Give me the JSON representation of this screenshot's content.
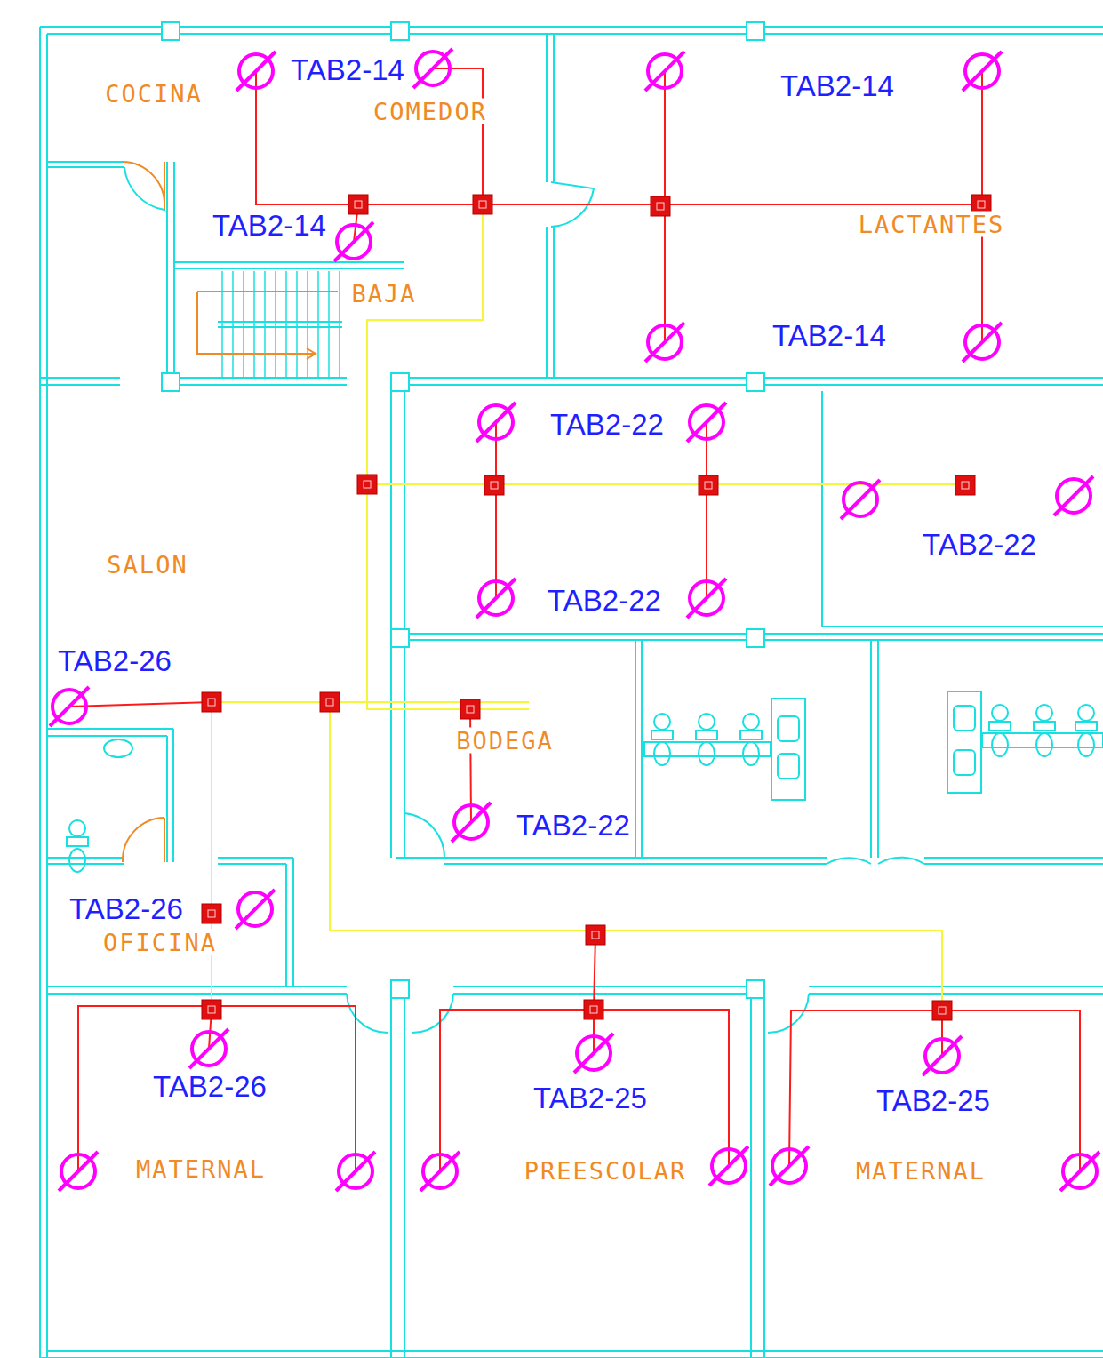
{
  "diagram": {
    "labels": [
      "COCINA",
      "TAB2-14",
      "COMEDOR",
      "TAB2-14",
      "TAB2-14",
      "LACTANTES",
      "BAJA",
      "TAB2-14",
      "TAB2-22",
      "TAB2-22",
      "SALON",
      "TAB2-22",
      "TAB2-26",
      "BODEGA",
      "TAB2-22",
      "TAB2-26",
      "OFICINA",
      "TAB2-26",
      "TAB2-25",
      "TAB2-25",
      "MATERNAL",
      "PREESCOLAR",
      "MATERNAL"
    ]
  }
}
